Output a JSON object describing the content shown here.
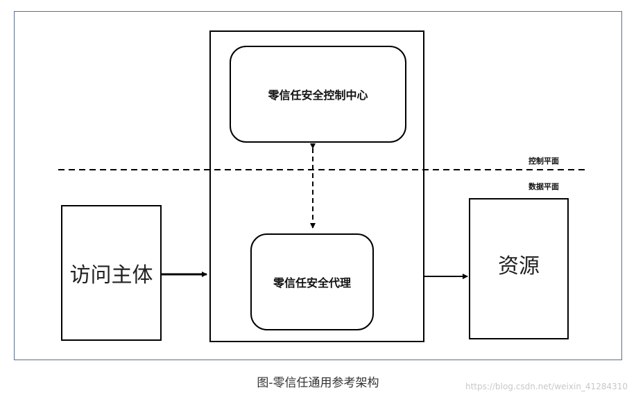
{
  "diagram": {
    "control_center": "零信任安全控制中心",
    "agent": "零信任安全代理",
    "subject": "访问主体",
    "resource": "资源",
    "control_plane": "控制平面",
    "data_plane": "数据平面"
  },
  "caption": "图-零信任通用参考架构",
  "watermark": "https://blog.csdn.net/weixin_41284310"
}
